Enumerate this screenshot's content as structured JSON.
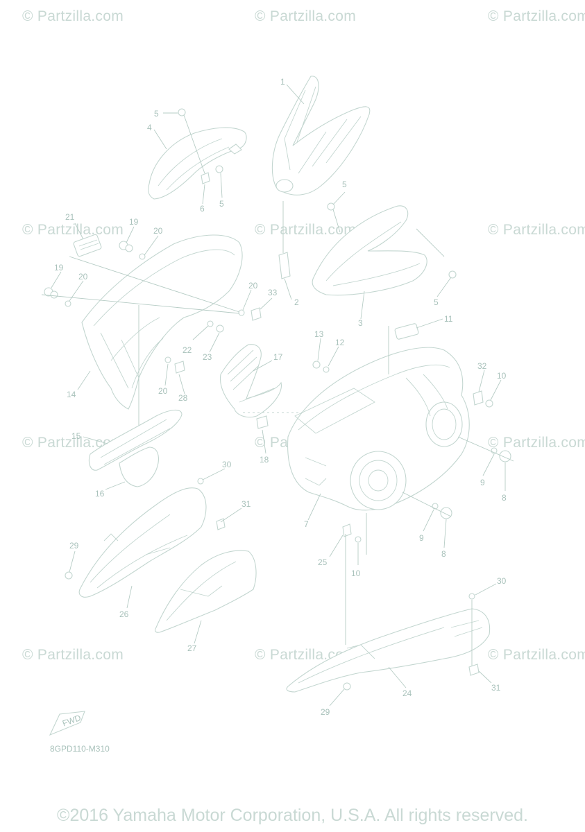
{
  "watermark": {
    "text": "© Partzilla.com"
  },
  "diagram": {
    "drawing_code": "8GPD110-M310",
    "fwd_label": "FWD",
    "callouts": [
      "1",
      "2",
      "3",
      "4",
      "5",
      "5",
      "5",
      "5",
      "6",
      "7",
      "8",
      "8",
      "9",
      "9",
      "10",
      "10",
      "11",
      "12",
      "13",
      "14",
      "15",
      "16",
      "17",
      "18",
      "19",
      "19",
      "20",
      "20",
      "20",
      "20",
      "21",
      "22",
      "23",
      "24",
      "25",
      "26",
      "27",
      "28",
      "29",
      "29",
      "30",
      "30",
      "31",
      "31",
      "32",
      "33"
    ]
  },
  "footer": {
    "copyright": "©2016 Yamaha Motor Corporation, U.S.A. All rights reserved."
  }
}
